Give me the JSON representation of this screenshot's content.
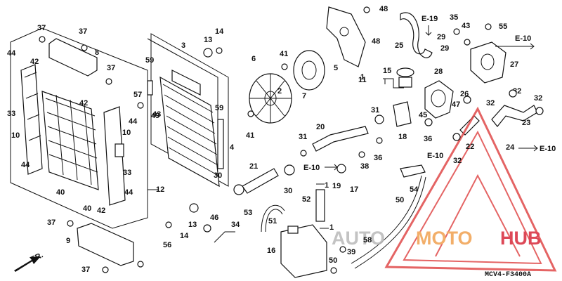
{
  "diagram": {
    "code": "MCV4-F3400A",
    "front_label": "FR.",
    "refs": [
      "E-19",
      "E-10",
      "E-10",
      "E-10",
      "E-10"
    ],
    "callouts": [
      "1",
      "1",
      "1",
      "2",
      "3",
      "4",
      "5",
      "6",
      "7",
      "8",
      "9",
      "10",
      "10",
      "11",
      "12",
      "13",
      "13",
      "14",
      "14",
      "15",
      "16",
      "17",
      "18",
      "19",
      "20",
      "21",
      "22",
      "23",
      "24",
      "25",
      "26",
      "27",
      "28",
      "29",
      "29",
      "30",
      "30",
      "31",
      "31",
      "32",
      "32",
      "32",
      "32",
      "33",
      "33",
      "34",
      "35",
      "36",
      "36",
      "37",
      "37",
      "37",
      "37",
      "37",
      "38",
      "39",
      "40",
      "40",
      "41",
      "41",
      "42",
      "42",
      "42",
      "43",
      "43",
      "44",
      "44",
      "44",
      "44",
      "45",
      "46",
      "47",
      "48",
      "48",
      "49",
      "50",
      "50",
      "51",
      "52",
      "53",
      "54",
      "55",
      "56",
      "57",
      "58",
      "59",
      "59"
    ]
  },
  "watermark": {
    "part1": "AUTO",
    "part2": "MOTO",
    "part3": "HUB",
    "colors": {
      "gray": "#b9b9b9",
      "orange": "#f0a050",
      "red": "#d8293a",
      "logo": "#e04a4a"
    }
  }
}
